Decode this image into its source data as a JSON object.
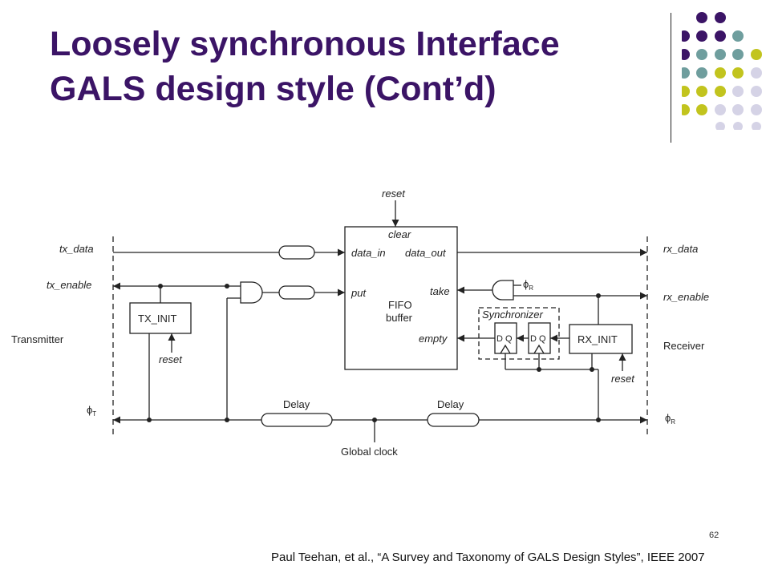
{
  "slide": {
    "title_line1": "Loosely synchronous Interface",
    "title_line2": "GALS design style (Cont’d)",
    "slide_number": "62",
    "citation": "Paul Teehan, et al., “A Survey and Taxonomy of GALS Design Styles”, IEEE 2007"
  },
  "colors": {
    "title": "#3b1466",
    "dot_purple": "#3b1466",
    "dot_teal": "#6f9e9e",
    "dot_yellow": "#c2c41e",
    "dot_lavender": "#d5d3e6"
  },
  "diagram": {
    "sig_reset_top": "reset",
    "fifo_clear": "clear",
    "sig_tx_data": "tx_data",
    "fifo_data_in": "data_in",
    "fifo_data_out": "data_out",
    "sig_rx_data": "rx_data",
    "sig_tx_enable": "tx_enable",
    "fifo_put": "put",
    "fifo_take": "take",
    "phi_r_take": "ϕ",
    "phi_r_take_sub": "R",
    "sig_rx_enable": "rx_enable",
    "tx_init": "TX_INIT",
    "fifo_name_line1": "FIFO",
    "fifo_name_line2": "buffer",
    "synchronizer": "Synchronizer",
    "ff1_label": "D Q",
    "ff2_label": "D Q",
    "rx_init": "RX_INIT",
    "transmitter": "Transmitter",
    "fifo_empty": "empty",
    "receiver": "Receiver",
    "sig_reset_tx": "reset",
    "sig_reset_rx": "reset",
    "phi_t": "ϕ",
    "phi_t_sub": "T",
    "phi_r": "ϕ",
    "phi_r_sub": "R",
    "delay1": "Delay",
    "delay2": "Delay",
    "global_clock": "Global clock"
  }
}
